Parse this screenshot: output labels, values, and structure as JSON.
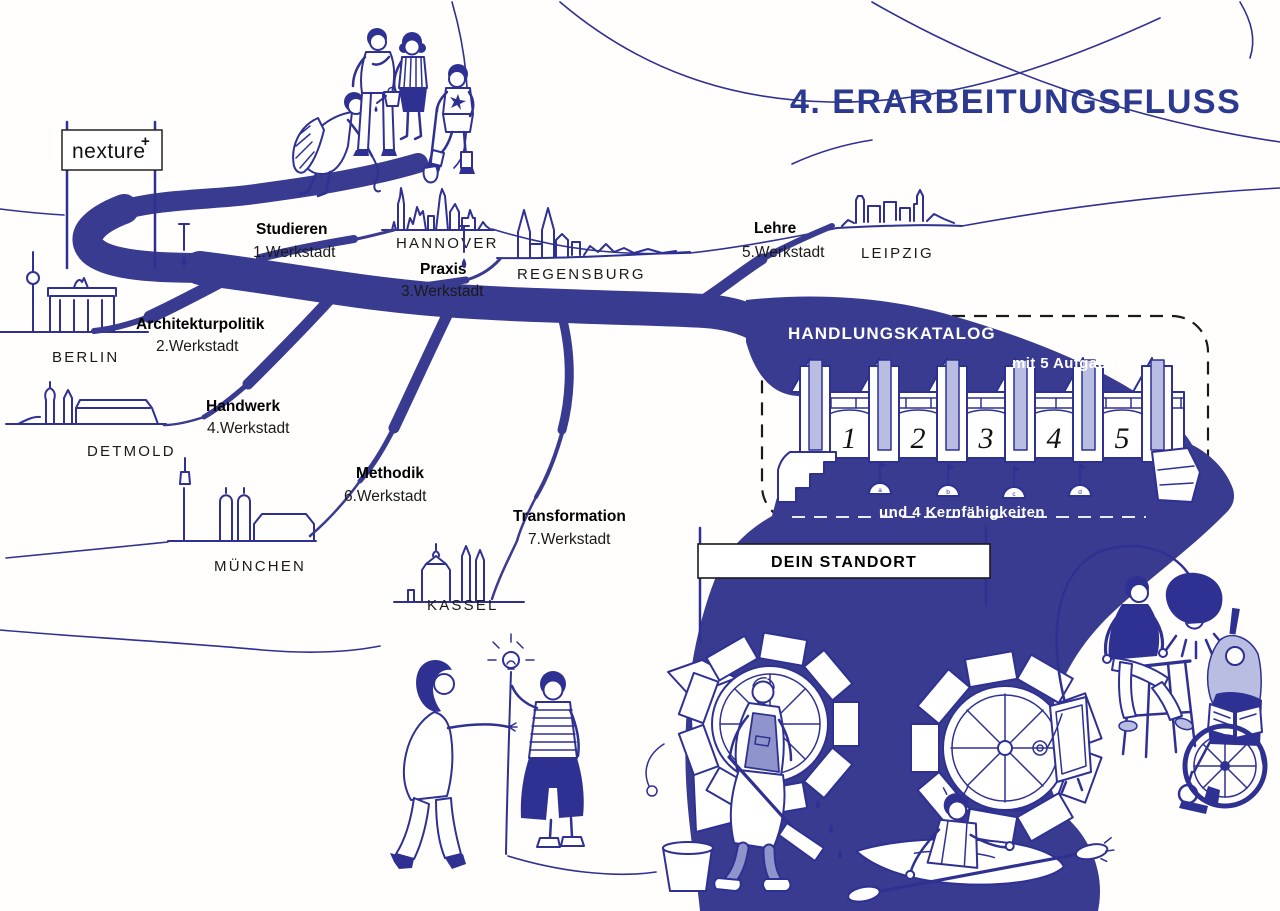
{
  "title": "4. ERARBEITUNGSFLUSS",
  "logo": {
    "text": "nexture",
    "sup": "+"
  },
  "workshops": [
    {
      "theme": "Studieren",
      "stage": "1.Werkstadt",
      "city": "HANNOVER"
    },
    {
      "theme": "Architekturpolitik",
      "stage": "2.Werkstadt",
      "city": "BERLIN"
    },
    {
      "theme": "Praxis",
      "stage": "3.Werkstadt",
      "city": "REGENSBURG"
    },
    {
      "theme": "Handwerk",
      "stage": "4.Werkstadt",
      "city": "DETMOLD"
    },
    {
      "theme": "Lehre",
      "stage": "5.Werkstadt",
      "city": "LEIPZIG"
    },
    {
      "theme": "Methodik",
      "stage": "6.Werkstadt",
      "city": "MÜNCHEN"
    },
    {
      "theme": "Transformation",
      "stage": "7.Werkstadt",
      "city": "KASSEL"
    }
  ],
  "katalog": {
    "title": "HANDLUNGSKATALOG",
    "tasks_label": "mit 5 Aufgaben",
    "skills_label": "und 4 Kernfähigkeiten",
    "gates": [
      "1",
      "2",
      "3",
      "4",
      "5"
    ],
    "buoys": [
      "a",
      "b",
      "c",
      "d"
    ]
  },
  "standort": {
    "label": "DEIN STANDORT"
  },
  "marks": {
    "exclamation": "!"
  },
  "colors": {
    "ink": "#2e3192",
    "river": "#383b8f",
    "light_accent": "#b9bde2",
    "title": "#2b3990"
  }
}
